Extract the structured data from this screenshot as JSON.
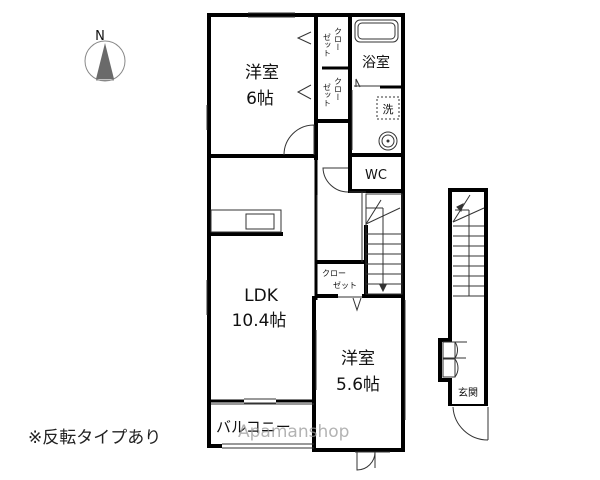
{
  "compass": {
    "label": "N"
  },
  "rooms": {
    "western_room_1": {
      "name": "洋室",
      "size": "6帖"
    },
    "western_room_2": {
      "name": "洋室",
      "size": "5.6帖"
    },
    "ldk": {
      "name": "LDK",
      "size": "10.4帖"
    },
    "bathroom": {
      "name": "浴室"
    },
    "washroom": {
      "name": "洗"
    },
    "wc": {
      "name": "WC"
    },
    "closet_1": {
      "name_line1": "クロー",
      "name_line2": "ゼット"
    },
    "closet_2": {
      "name_line1": "クロー",
      "name_line2": "ゼット"
    },
    "closet_3": {
      "name_line1": "クロー",
      "name_line2": "ゼット"
    },
    "balcony": {
      "name": "バルコニー"
    },
    "entrance": {
      "name": "玄関"
    }
  },
  "note": "※反転タイプあり",
  "watermark": "Apamanshop",
  "colors": {
    "wall": "#000000",
    "line": "#333333",
    "compass": "#777777",
    "background": "#ffffff"
  }
}
